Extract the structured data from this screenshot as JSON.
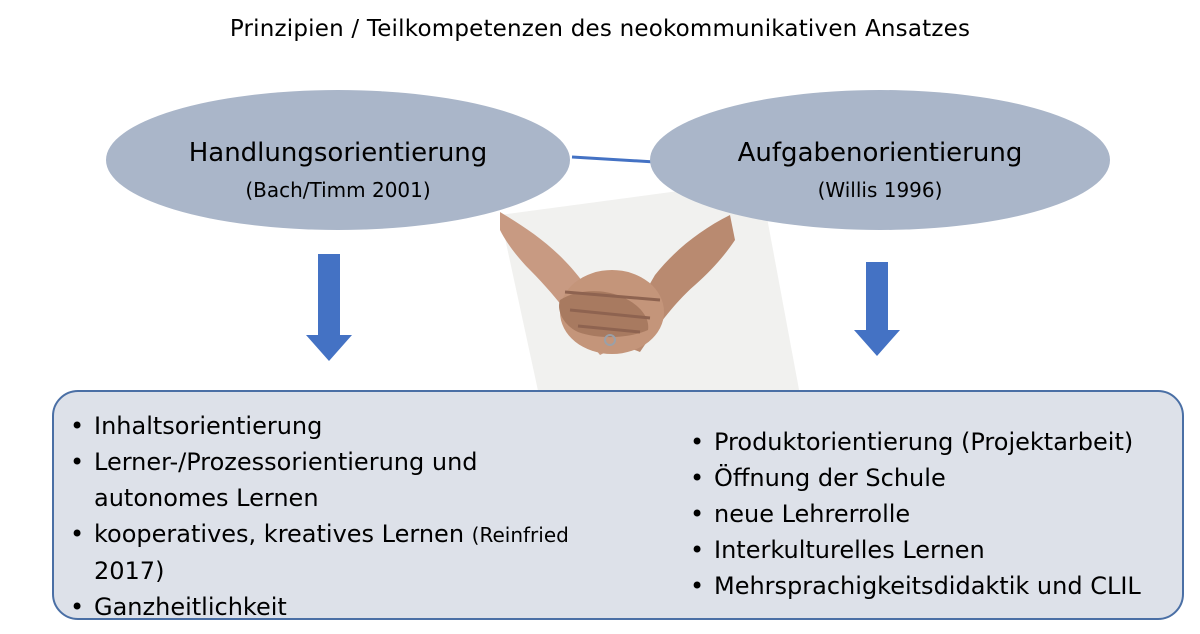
{
  "title": "Prinzipien / Teilkompetenzen des neokommunikativen Ansatzes",
  "left_ellipse": {
    "title": "Handlungsorientierung",
    "citation": "(Bach/Timm 2001)"
  },
  "right_ellipse": {
    "title": "Aufgabenorientierung",
    "citation": "(Willis 1996)"
  },
  "bullet_glyph": "•",
  "left_list": [
    {
      "text": "Inhaltsorientierung"
    },
    {
      "text": "Lerner-/Prozessorientierung und autonomes Lernen"
    },
    {
      "text": "kooperatives, kreatives Lernen ",
      "citation": "(Reinfried",
      "text_after": "2017)"
    },
    {
      "text": "Ganzheitlichkeit"
    }
  ],
  "right_list": [
    {
      "text": "Produktorientierung (Projektarbeit)"
    },
    {
      "text": "Öffnung der Schule"
    },
    {
      "text": "neue Lehrerrolle"
    },
    {
      "text": "Interkulturelles Lernen"
    },
    {
      "text": "Mehrsprachigkeitsdidaktik und CLIL"
    }
  ],
  "colors": {
    "ellipse_fill": "#aab6c9",
    "arrow_fill": "#4472c4",
    "box_fill": "#dde1e9",
    "box_border": "#4a6fa5",
    "connector": "#4472c4"
  }
}
